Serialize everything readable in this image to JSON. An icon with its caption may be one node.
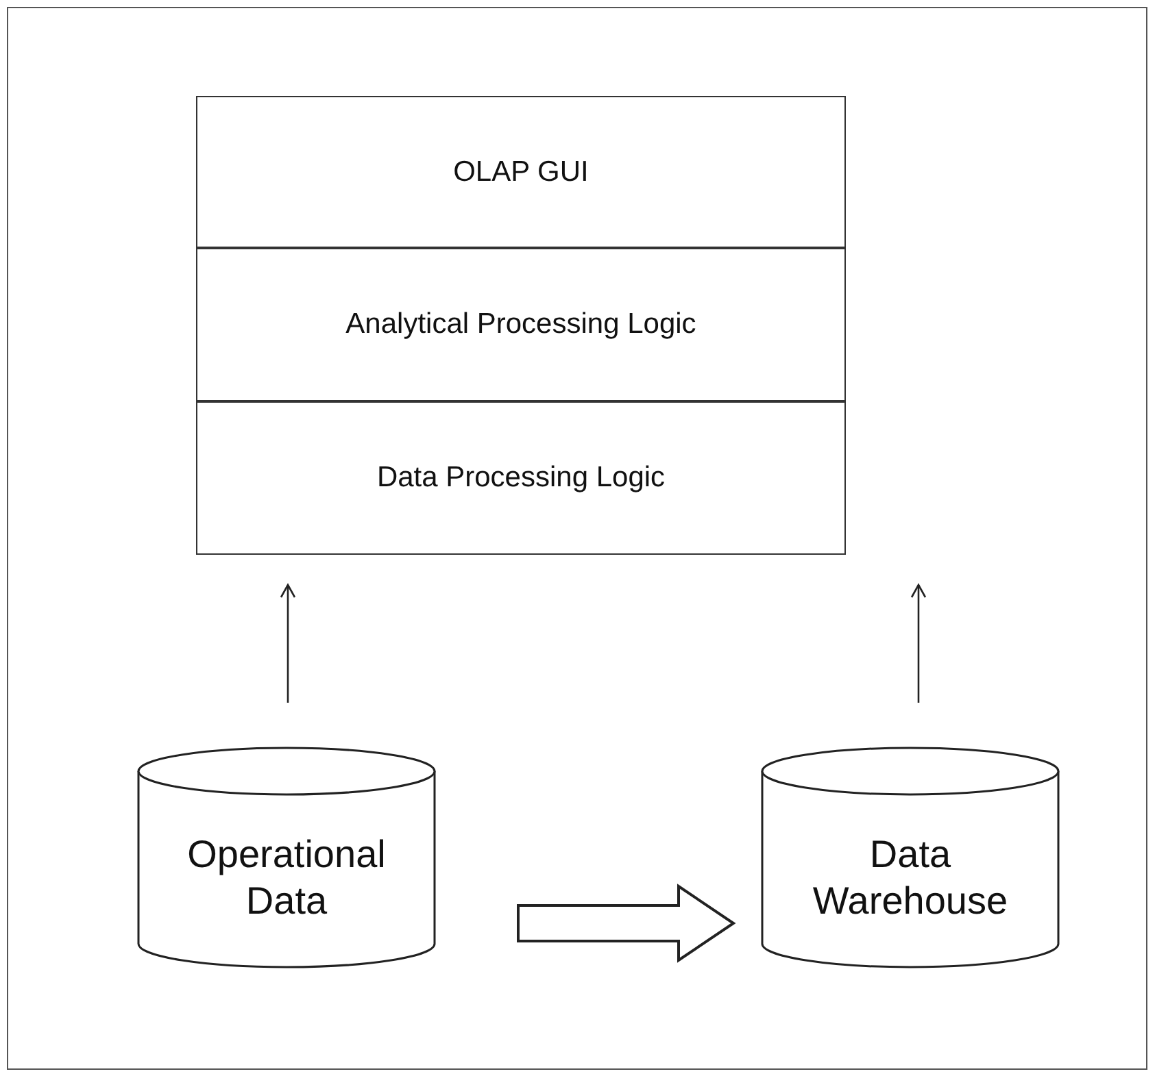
{
  "diagram": {
    "nodes": [
      {
        "text": [
          "OLAP GUI"
        ]
      },
      {
        "text": [
          "Analytical Processing Logic"
        ]
      },
      {
        "text": [
          "Data Processing Logic"
        ]
      },
      {
        "text": [
          "Operational Data"
        ]
      },
      {
        "text": [
          "Data Warehouse"
        ]
      }
    ],
    "edges": [
      {
        "from": 3,
        "to": 2,
        "arrow": "to"
      },
      {
        "from": 4,
        "to": 2,
        "arrow": "to"
      },
      {
        "from": 3,
        "to": 4,
        "arrow": "to",
        "style": "thick"
      }
    ]
  }
}
